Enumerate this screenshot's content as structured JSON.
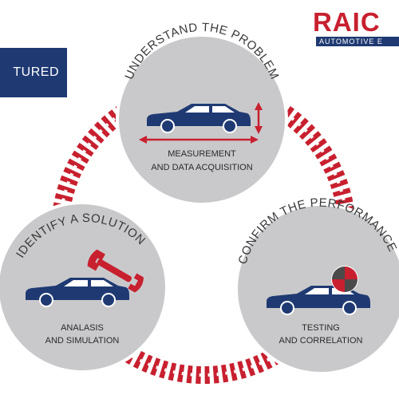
{
  "banner": {
    "text": "TURED"
  },
  "brand": {
    "name": "RAIC",
    "subtitle": "AUTOMOTIVE E"
  },
  "colors": {
    "navy": "#1f3a73",
    "red": "#c8202f",
    "circle_gray": "#c9c9cb",
    "white": "#ffffff"
  },
  "stages": [
    {
      "title": "UNDERSTAND THE PROBLEM",
      "caption_line1": "MEASUREMENT",
      "caption_line2": "AND DATA ACQUISITION",
      "icon": "measurement-arrows-icon"
    },
    {
      "title": "IDENTIFY A SOLUTION",
      "caption_line1": "ANALASIS",
      "caption_line2": "AND SIMULATION",
      "icon": "wrench-icon"
    },
    {
      "title": "CONFIRM THE PERFORMANCE",
      "caption_line1": "TESTING",
      "caption_line2": "AND CORRELATION",
      "icon": "target-icon"
    }
  ]
}
